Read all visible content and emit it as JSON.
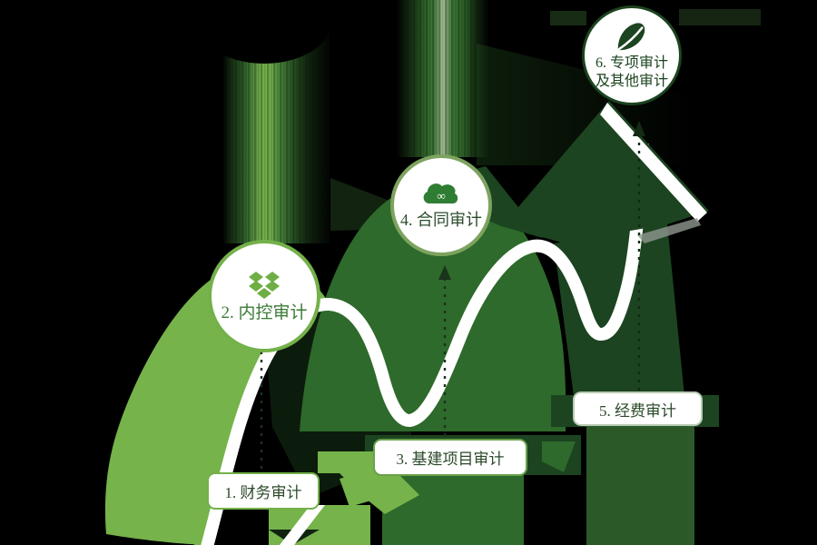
{
  "palette": {
    "light_green": "#76b34b",
    "mid_green": "#2e6a2b",
    "dark_green": "#1c4420",
    "white": "#ffffff",
    "label_text": "#2b4a28"
  },
  "nodes": [
    {
      "label": "2. 内控审计",
      "icon": "dropbox-icon"
    },
    {
      "label": "4. 合同审计",
      "icon": "cloud-infinity-icon",
      "glyph": "∞"
    },
    {
      "line1": "6. 专项审计",
      "line2": "及其他审计",
      "icon": "leaf-icon"
    }
  ],
  "labels": [
    {
      "text": "1. 财务审计"
    },
    {
      "text": "3. 基建项目审计"
    },
    {
      "text": "5. 经费审计"
    }
  ]
}
